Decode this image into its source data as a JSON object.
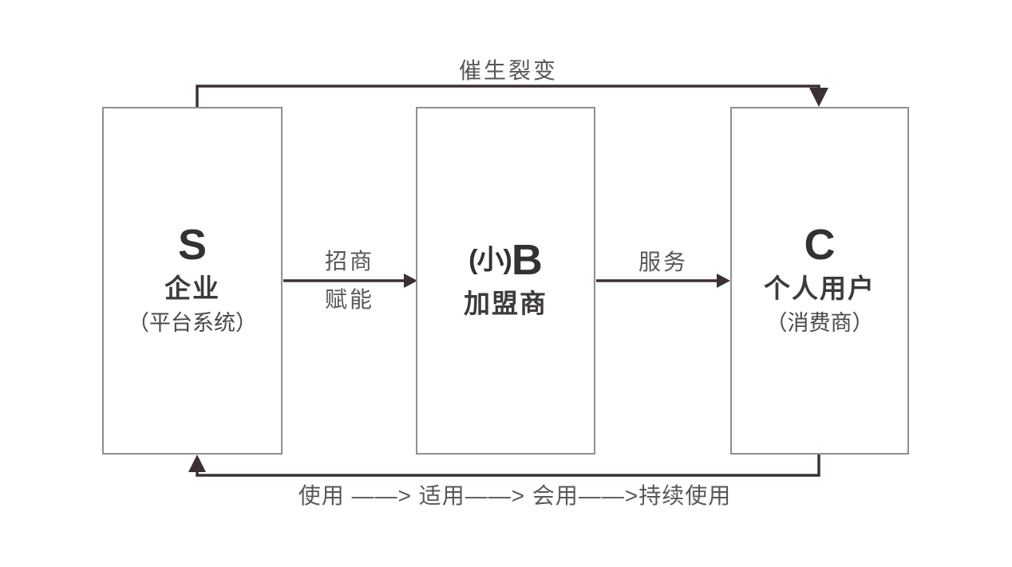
{
  "diagram": {
    "boxes": {
      "s": {
        "letter_prefix": "",
        "letter": "S",
        "name": "企业",
        "sub": "（平台系统）"
      },
      "b": {
        "letter_prefix": "(小)",
        "letter": "B",
        "name": "加盟商",
        "sub": ""
      },
      "c": {
        "letter_prefix": "",
        "letter": "C",
        "name": "个人用户",
        "sub": "（消费商）"
      }
    },
    "labels": {
      "top_connector": "催生裂变",
      "s_to_b_above": "招商",
      "s_to_b_below": "赋能",
      "b_to_c_above": "服务",
      "bottom_connector": "使用 ——> 适用——> 会用——>持续使用"
    },
    "colors": {
      "background": "#ffffff",
      "box_border": "#8f8f8f",
      "letter_text": "#353132",
      "box_name_text": "#3e3a39",
      "box_sub_text": "#4c4848",
      "label_text": "#5a5657",
      "arrow_line": "#3b3132"
    }
  }
}
